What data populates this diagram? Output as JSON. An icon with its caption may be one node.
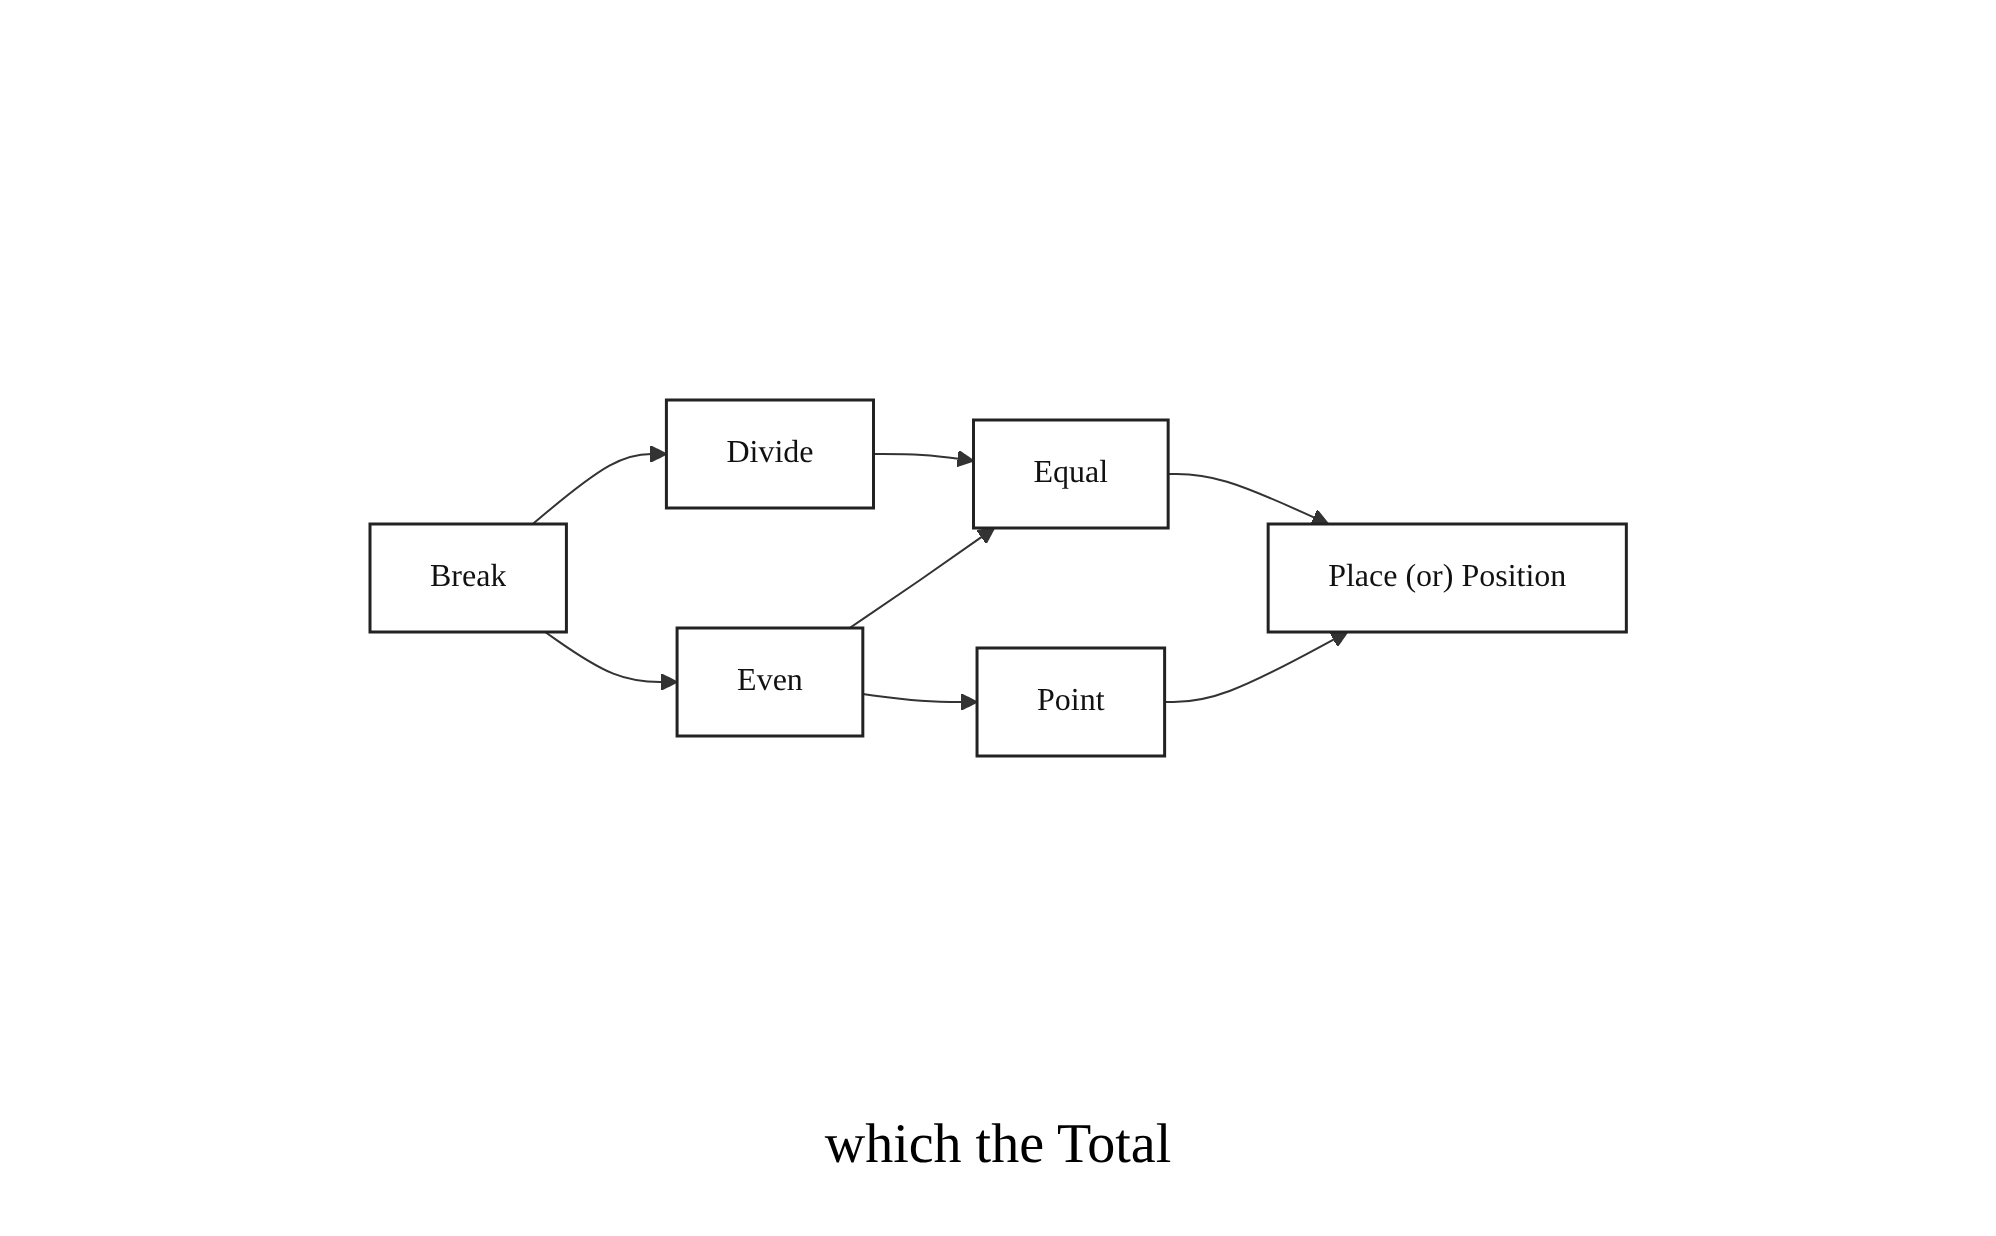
{
  "diagram": {
    "nodes": [
      {
        "text": [
          "Break"
        ]
      },
      {
        "text": [
          "Divide"
        ]
      },
      {
        "text": [
          "Even"
        ]
      },
      {
        "text": [
          "Equal"
        ]
      },
      {
        "text": [
          "Point"
        ]
      },
      {
        "text": [
          "Place (or) Position"
        ]
      }
    ],
    "edges": [
      {
        "from": 0,
        "to": 1,
        "arrow": "to"
      },
      {
        "from": 0,
        "to": 2,
        "arrow": "to"
      },
      {
        "from": 1,
        "to": 3,
        "arrow": "to"
      },
      {
        "from": 2,
        "to": 3,
        "arrow": "to"
      },
      {
        "from": 2,
        "to": 4,
        "arrow": "to"
      },
      {
        "from": 3,
        "to": 5,
        "arrow": "to"
      },
      {
        "from": 4,
        "to": 5,
        "arrow": "to"
      }
    ],
    "labels": [
      "which the Total"
    ]
  }
}
